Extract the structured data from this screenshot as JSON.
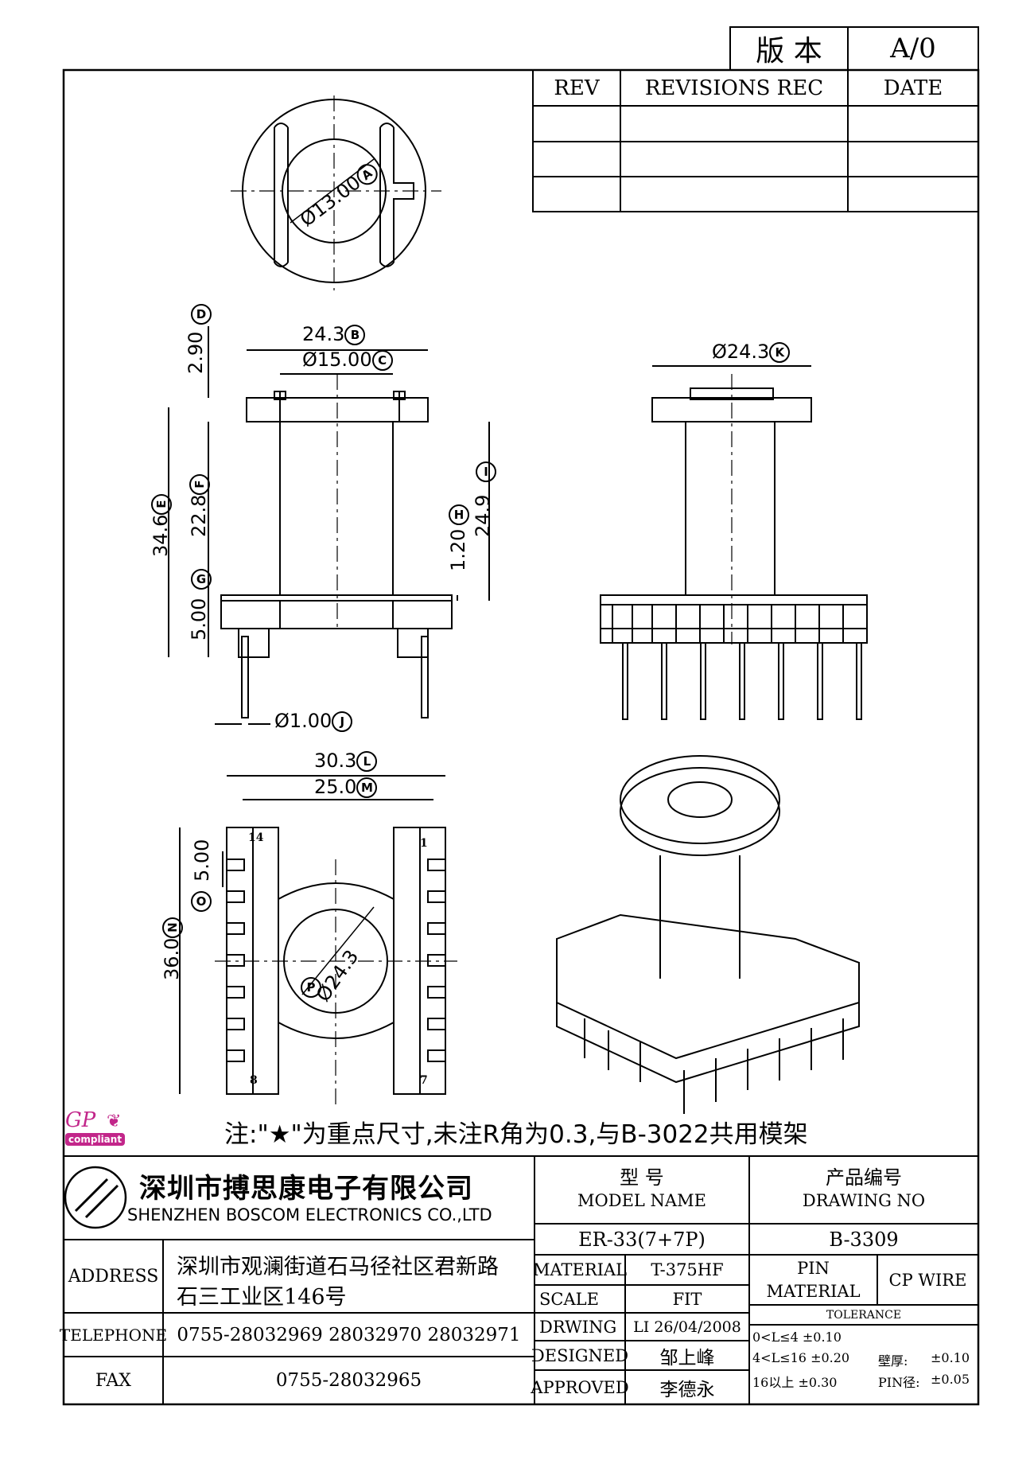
{
  "version_box": {
    "label": "版 本",
    "value": "A/0"
  },
  "revisions": {
    "headers": [
      "REV",
      "REVISIONS REC",
      "DATE"
    ]
  },
  "dimensions": {
    "top_diameter": "Ø13.00",
    "top_marker": "A",
    "front_width": "24.3",
    "front_width_marker": "B",
    "front_bore": "Ø15.00",
    "front_bore_marker": "C",
    "flange_thk": "2.90",
    "flange_thk_marker": "D",
    "total_height": "34.6",
    "total_height_marker": "E",
    "winding_height": "22.8",
    "winding_height_marker": "F",
    "base_height": "5.00",
    "base_height_marker": "G",
    "step": "1.20",
    "step_marker": "H",
    "inner_height": "24.9",
    "inner_height_marker": "I",
    "pin_dia": "Ø1.00",
    "pin_dia_marker": "J",
    "side_dia": "Ø24.3",
    "side_dia_marker": "K",
    "base_width": "30.3",
    "base_width_marker": "L",
    "pin_span": "25.0",
    "pin_span_marker": "M",
    "base_length": "36.0",
    "base_length_marker": "N",
    "pitch": "5.00",
    "pitch_marker": "O",
    "bottom_dia": "Ø24.3",
    "bottom_dia_marker": "P",
    "pin_labels": [
      "14",
      "1",
      "8",
      "7"
    ]
  },
  "note": "注:\"★\"为重点尺寸,未注R角为0.3,与B-3022共用模架",
  "gp_logo": {
    "top": "GP",
    "bottom": "compliant"
  },
  "company": {
    "cn": "深圳市搏思康电子有限公司",
    "en": "SHENZHEN BOSCOM ELECTRONICS CO.,LTD"
  },
  "contact": {
    "address_label": "ADDRESS",
    "address_1": "深圳市观澜街道石马径社区君新路",
    "address_2": "石三工业区146号",
    "telephone_label": "TELEPHONE",
    "telephone": "0755-28032969 28032970 28032971",
    "fax_label": "FAX",
    "fax": "0755-28032965"
  },
  "title_block": {
    "model_cn": "型 号",
    "model_en": "MODEL NAME",
    "model_value": "ER-33(7+7P)",
    "drawing_cn": "产品编号",
    "drawing_en": "DRAWING NO",
    "drawing_value": "B-3309",
    "rows": [
      {
        "label": "MATERIAL",
        "value": "T-375HF"
      },
      {
        "label": "SCALE",
        "value": "FIT"
      },
      {
        "label": "DRWING",
        "value": "LI 26/04/2008"
      },
      {
        "label": "DESIGNED",
        "value": "邹上峰"
      },
      {
        "label": "APPROVED",
        "value": "李德永"
      }
    ],
    "pin_material_1": "PIN",
    "pin_material_2": "MATERIAL",
    "pin_material_value": "CP WIRE",
    "tolerance_label": "TOLERANCE",
    "tol_1": "0<L≤4  ±0.10",
    "tol_2": "4<L≤16  ±0.20",
    "tol_3": "16以上     ±0.30",
    "wall_label": "壁厚:",
    "wall_value": "±0.10",
    "pin_dia_label": "PIN径:",
    "pin_dia_value": "±0.05"
  }
}
